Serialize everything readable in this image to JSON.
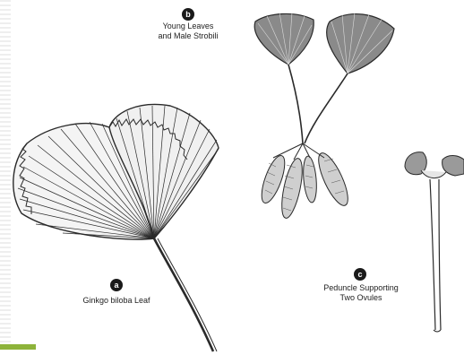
{
  "colors": {
    "ink": "#2a2a2a",
    "accent_green": "#8db33a",
    "ovule_shade": "#9a9a9a",
    "page": "#ffffff"
  },
  "labels": {
    "a": {
      "badge": "a",
      "text": "Ginkgo biloba Leaf"
    },
    "b": {
      "badge": "b",
      "line1": "Young Leaves",
      "line2": "and Male Strobili"
    },
    "c": {
      "badge": "c",
      "line1": "Peduncle Supporting",
      "line2": "Two Ovules"
    }
  }
}
